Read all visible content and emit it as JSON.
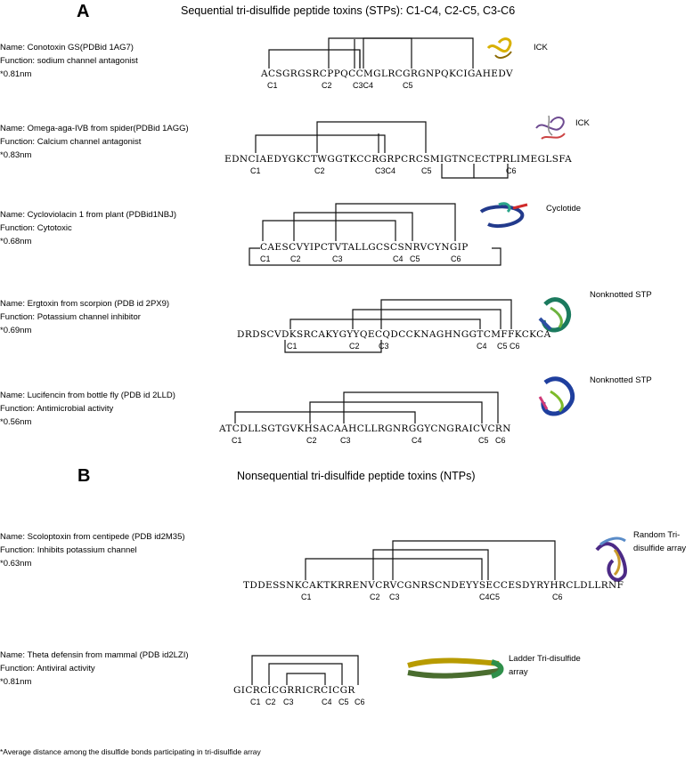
{
  "panels": {
    "a_letter": "A",
    "a_title": "Sequential tri-disulfide peptide toxins (STPs): C1-C4, C2-C5, C3-C6",
    "b_letter": "B",
    "b_title": "Nonsequential tri-disulfide peptide toxins (NTPs)"
  },
  "toxins": [
    {
      "name": "Name: Conotoxin GS(PDBid 1AG7)",
      "function": "Function: sodium channel antagonist",
      "distance": "*0.81nm",
      "sequence": "ACSGRGSRCPPQCCMGLRCGRGNPQKCIGAHEDV",
      "cys_labels": [
        "C1",
        "C2",
        "C3C4",
        "C5"
      ],
      "structure_label": "ICK"
    },
    {
      "name": "Name: Omega-aga-IVB from spider(PDBid 1AGG)",
      "function": "Function: Calcium channel antagonist",
      "distance": "*0.83nm",
      "sequence": "EDNCIAEDYGKCTWGGTKCCRGRPCRCSMIGTNCECTPRLIMEGLSFA",
      "cys_labels": [
        "C1",
        "C2",
        "C3C4",
        "C5",
        "C6"
      ],
      "structure_label": "ICK"
    },
    {
      "name": "Name: Cycloviolacin 1 from plant (PDBid1NBJ)",
      "function": "Function: Cytotoxic",
      "distance": "*0.68nm",
      "sequence": "CAESCVYIPCTVTALLGCSCSNRVCYNGIP",
      "cys_labels": [
        "C1",
        "C2",
        "C3",
        "C4",
        "C5",
        "C6"
      ],
      "structure_label": "Cyclotide"
    },
    {
      "name": "Name: Ergtoxin from scorpion (PDB id 2PX9)",
      "function": "Function: Potassium channel inhibitor",
      "distance": "*0.69nm",
      "sequence": "DRDSCVDKSRCAKYGYYQECQDCCKNAGHNGGTCMFFKCKCA",
      "cys_labels": [
        "C1",
        "C2",
        "C3",
        "C4",
        "C5",
        "C6"
      ],
      "structure_label": "Nonknotted STP"
    },
    {
      "name": "Name: Lucifencin from bottle fly (PDB id 2LLD)",
      "function": "Function: Antimicrobial activity",
      "distance": "*0.56nm",
      "sequence": "ATCDLLSGTGVKHSACAAHCLLRGNRGGYCNGRAICVCRN",
      "cys_labels": [
        "C1",
        "C2",
        "C3",
        "C4",
        "C5",
        "C6"
      ],
      "structure_label": "Nonknotted STP"
    },
    {
      "name": "Name: Scoloptoxin from centipede (PDB id2M35)",
      "function": "Function: Inhibits potassium channel",
      "distance": "*0.63nm",
      "sequence": "TDDESSNKCAKTKRRENVCRVCGNRSCNDEYYSECCESDYRYHRCLDLLRNF",
      "cys_labels": [
        "C1",
        "C2",
        "C3",
        "C4C5",
        "C6"
      ],
      "structure_label": "Random Tri-disulfide array"
    },
    {
      "name": "Name: Theta defensin from mammal (PDB id2LZI)",
      "function": "Function: Antiviral activity",
      "distance": "*0.81nm",
      "sequence": "GICRCICGRRICRCICGR",
      "cys_labels": [
        "C1",
        "C2",
        "C3",
        "C4",
        "C5",
        "C6"
      ],
      "structure_label": "Ladder Tri-disulfide array"
    }
  ],
  "footnote": "*Average distance among the disulfide bonds participating in tri-disulfide array",
  "colors": {
    "text": "#000000",
    "bond_line": "#111111",
    "background": "#ffffff"
  }
}
